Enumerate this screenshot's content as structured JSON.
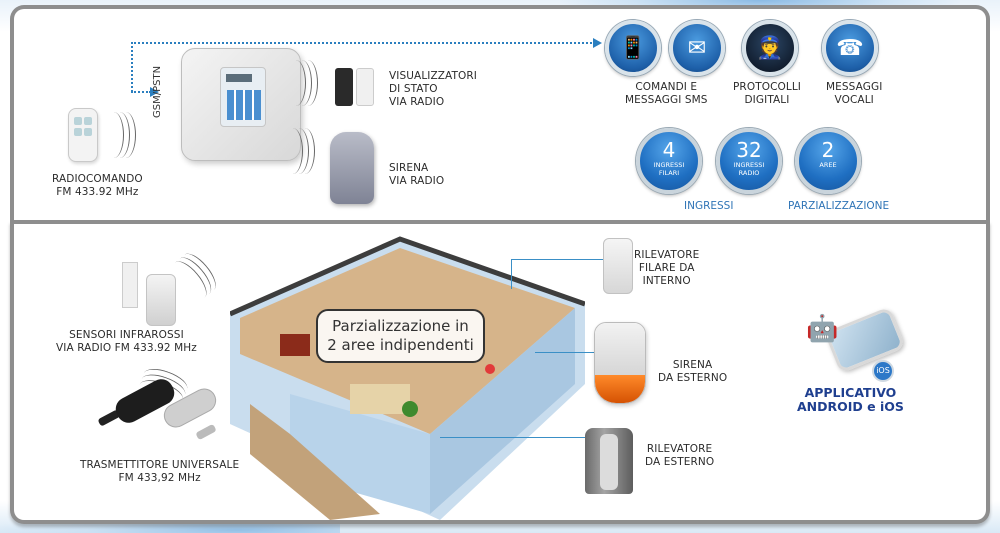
{
  "system": {
    "connection_label": "GSM/PSTN",
    "remote": {
      "lines": [
        "RADIOCOMANDO",
        "FM 433.92 MHz"
      ]
    },
    "status_displays": {
      "lines": [
        "VISUALIZZATORI",
        "DI STATO",
        "VIA RADIO"
      ]
    },
    "radio_siren": {
      "lines": [
        "SIRENA",
        "VIA RADIO"
      ]
    }
  },
  "communication": {
    "items": [
      {
        "icon": "mobile-phone-icon",
        "glyph": "📱"
      },
      {
        "icon": "sms-envelope-icon",
        "glyph": "✉"
      },
      {
        "icon": "security-guard-icon",
        "glyph": "👮"
      },
      {
        "icon": "telephone-icon",
        "glyph": "☎"
      }
    ],
    "labels": [
      {
        "lines": [
          "COMANDI E",
          "MESSAGGI SMS"
        ]
      },
      {
        "lines": [
          "PROTOCOLLI",
          "DIGITALI"
        ]
      },
      {
        "lines": [
          "MESSAGGI",
          "VOCALI"
        ]
      }
    ]
  },
  "stats": {
    "items": [
      {
        "value": "4",
        "lines": [
          "INGRESSI",
          "FILARI"
        ]
      },
      {
        "value": "32",
        "lines": [
          "INGRESSI",
          "RADIO"
        ]
      },
      {
        "value": "2",
        "lines": [
          "AREE"
        ]
      }
    ],
    "group_labels": {
      "inputs": "INGRESSI",
      "partition": "PARZIALIZZAZIONE"
    }
  },
  "house": {
    "callout": [
      "Parzializzazione in",
      "2 aree indipendenti"
    ]
  },
  "sensors": {
    "infrared": {
      "lines": [
        "SENSORI INFRAROSSI",
        "VIA RADIO FM 433.92 MHz"
      ]
    },
    "universal_tx": {
      "lines": [
        "TRASMETTITORE UNIVERSALE",
        "FM 433,92 MHz"
      ]
    },
    "indoor_detector": {
      "lines": [
        "RILEVATORE",
        "FILARE DA",
        "INTERNO"
      ]
    },
    "outdoor_siren": {
      "lines": [
        "SIRENA",
        "DA ESTERNO"
      ]
    },
    "outdoor_detector": {
      "lines": [
        "RILEVATORE",
        "DA ESTERNO"
      ]
    }
  },
  "app": {
    "ios_badge": "iOS",
    "lines": [
      "APPLICATIVO",
      "ANDROID e iOS"
    ]
  },
  "colors": {
    "accent_blue": "#2b7fbf",
    "label_blue": "#2f74b6",
    "app_label": "#1f3f8f",
    "panel_border": "#8e8e8e"
  }
}
